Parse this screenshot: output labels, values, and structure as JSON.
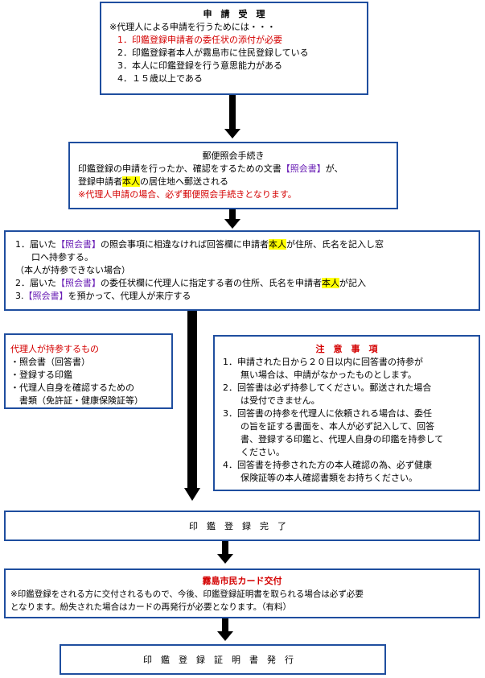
{
  "box1": {
    "title": "申　請　受　理",
    "intro": "※代理人による申請を行うためには・・・",
    "items": [
      "1．印鑑登録申請者の委任状の添付が必要",
      "2．印鑑登録者本人が霧島市に住民登録している",
      "3．本人に印鑑登録を行う意思能力がある",
      "4．１５歳以上である"
    ]
  },
  "box2": {
    "title": "郵便照会手続き",
    "line1_a": "印鑑登録の申請を行ったか、確認をするための文書",
    "line1_b": "【照会書】",
    "line1_c": "が、",
    "line2_a": "登録申請者",
    "line2_b": "本人",
    "line2_c": "の居住地へ郵送される",
    "line3": "※代理人申請の場合、必ず郵便照会手続きとなります。"
  },
  "box3": {
    "l1_a": "1．届いた",
    "l1_b": "【照会書】",
    "l1_c": "の照会事項に相違なければ回答欄に申請者",
    "l1_d": "本人",
    "l1_e": "が住所、氏名を記入し窓",
    "l1_f": "口へ持参する。",
    "l2": "（本人が持参できない場合）",
    "l3_a": "2．届いた",
    "l3_b": "【照会書】",
    "l3_c": "の委任状欄に代理人に指定する者の住所、氏名を申請者",
    "l3_d": "本人",
    "l3_e": "が記入",
    "l4_a": "3.",
    "l4_b": "【照会書】",
    "l4_c": "を預かって、代理人が来庁する"
  },
  "box4": {
    "title": "代理人が持参するもの",
    "items": [
      "・照会書（回答書）",
      "・登録する印鑑",
      "・代理人自身を確認するための",
      "　書類（免許証・健康保険証等）"
    ]
  },
  "box5": {
    "title": "注　意　事　項",
    "items": [
      "1．申請された日から２０日以内に回答書の持参が",
      "　　無い場合は、申請がなかったものとします。",
      "2．回答書は必ず持参してください。郵送された場合",
      "　　は受付できません。",
      "3．回答書の持参を代理人に依頼される場合は、委任",
      "　　の旨を証する書面を、本人が必ず記入して、回答",
      "　　書、登録する印鑑と、代理人自身の印鑑を持参して",
      "　　ください。",
      "4．回答書を持参された方の本人確認の為、必ず健康",
      "　　保険証等の本人確認書類をお持ちください。"
    ]
  },
  "box6": {
    "title": "印鑑登録完了"
  },
  "box7": {
    "title": "霧島市民カード交付",
    "line1": "※印鑑登録をされる方に交付されるもので、今後、印鑑登録証明書を取られる場合は必ず必要",
    "line2": "となります。紛失された場合はカードの再発行が必要となります。（有料）"
  },
  "box8": {
    "title": "印鑑登録証明書発行"
  },
  "colors": {
    "border": "#1f4e9f",
    "red": "#d40000",
    "purple": "#6a1fb5",
    "highlight": "#ffff00"
  }
}
